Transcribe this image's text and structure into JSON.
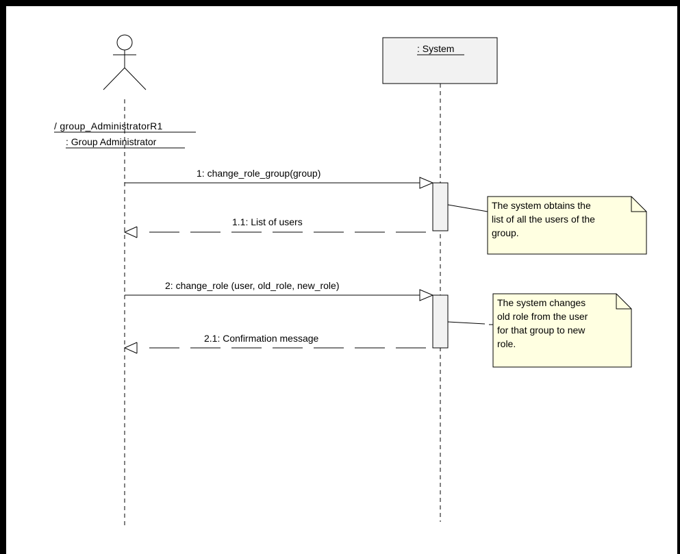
{
  "actor": {
    "name_line1": "/ group_AdministratorR1",
    "name_line2": ": Group Administrator"
  },
  "system": {
    "label": ": System"
  },
  "messages": [
    {
      "id": "1",
      "label": "1: change_role_group(group)",
      "kind": "call"
    },
    {
      "id": "1.1",
      "label": "1.1: List of users",
      "kind": "return"
    },
    {
      "id": "2",
      "label": "2: change_role (user, old_role, new_role)",
      "kind": "call"
    },
    {
      "id": "2.1",
      "label": "2.1: Confirmation message",
      "kind": "return"
    }
  ],
  "notes": [
    {
      "text": "The system obtains the\nlist of all the users of the\ngroup."
    },
    {
      "text": "The system changes\nold role from the user\nfor that group to new\nrole."
    }
  ],
  "colors": {
    "note_fill": "#ffffe1",
    "box_fill": "#f2f2f2",
    "line": "#000000"
  }
}
